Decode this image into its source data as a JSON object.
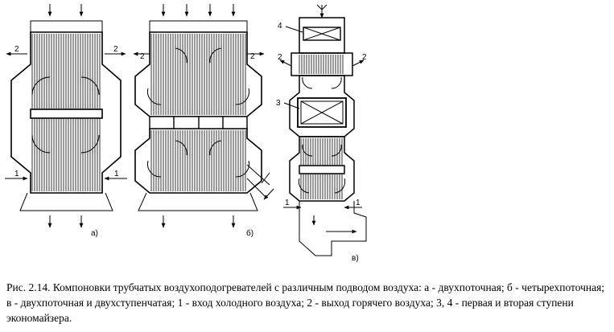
{
  "figure": {
    "label_a": "а)",
    "label_b": "б)",
    "label_c": "в)",
    "marker_1": "1",
    "marker_2": "2",
    "marker_3": "3",
    "marker_4": "4",
    "caption": "Рис. 2.14. Компоновки трубчатых воздухоподогревателей с различным подводом воздуха: а - двухпоточная; б - четырехпоточная; в - двухпоточная и двухступенчатая; 1 - вход холодного воздуха; 2 - выход горячего воздуха; 3, 4 - первая и вторая ступени экономайзера."
  }
}
